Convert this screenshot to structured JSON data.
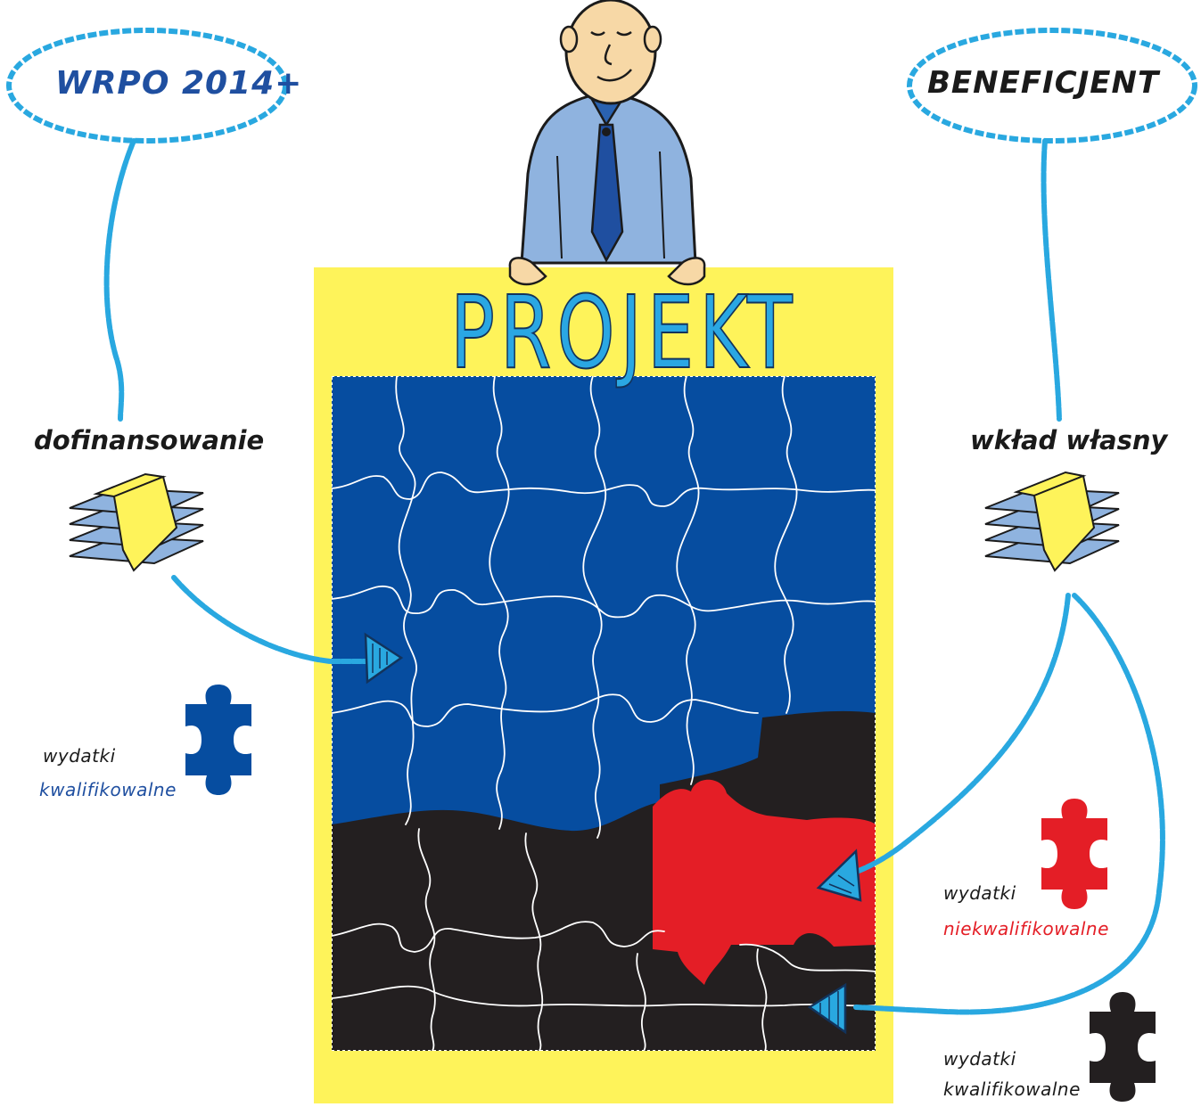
{
  "bubbles": {
    "left": "WRPO 2014+",
    "right": "BENEFICJENT"
  },
  "project_title": "PROJEKT",
  "funding": {
    "left_label": "dofinansowanie",
    "right_label": "wkład własny"
  },
  "legend": {
    "blue": {
      "line1": "wydatki",
      "line2": "kwalifikowalne"
    },
    "red": {
      "line1": "wydatki",
      "line2": "niekwalifikowalne"
    },
    "black": {
      "line1": "wydatki",
      "line2": "kwalifikowalne"
    }
  },
  "colors": {
    "blue_piece": "#064da0",
    "black_piece": "#231f20",
    "red_piece": "#e41e26",
    "board": "#fef35a",
    "line": "#29a8e0",
    "text_blue": "#1f4fa0",
    "text_red": "#e41e26",
    "shirt": "#8fb3df",
    "face": "#f7d8a6"
  },
  "icons": [
    "person-icon",
    "money-stack-icon",
    "puzzle-piece-icon",
    "arrow-icon"
  ]
}
